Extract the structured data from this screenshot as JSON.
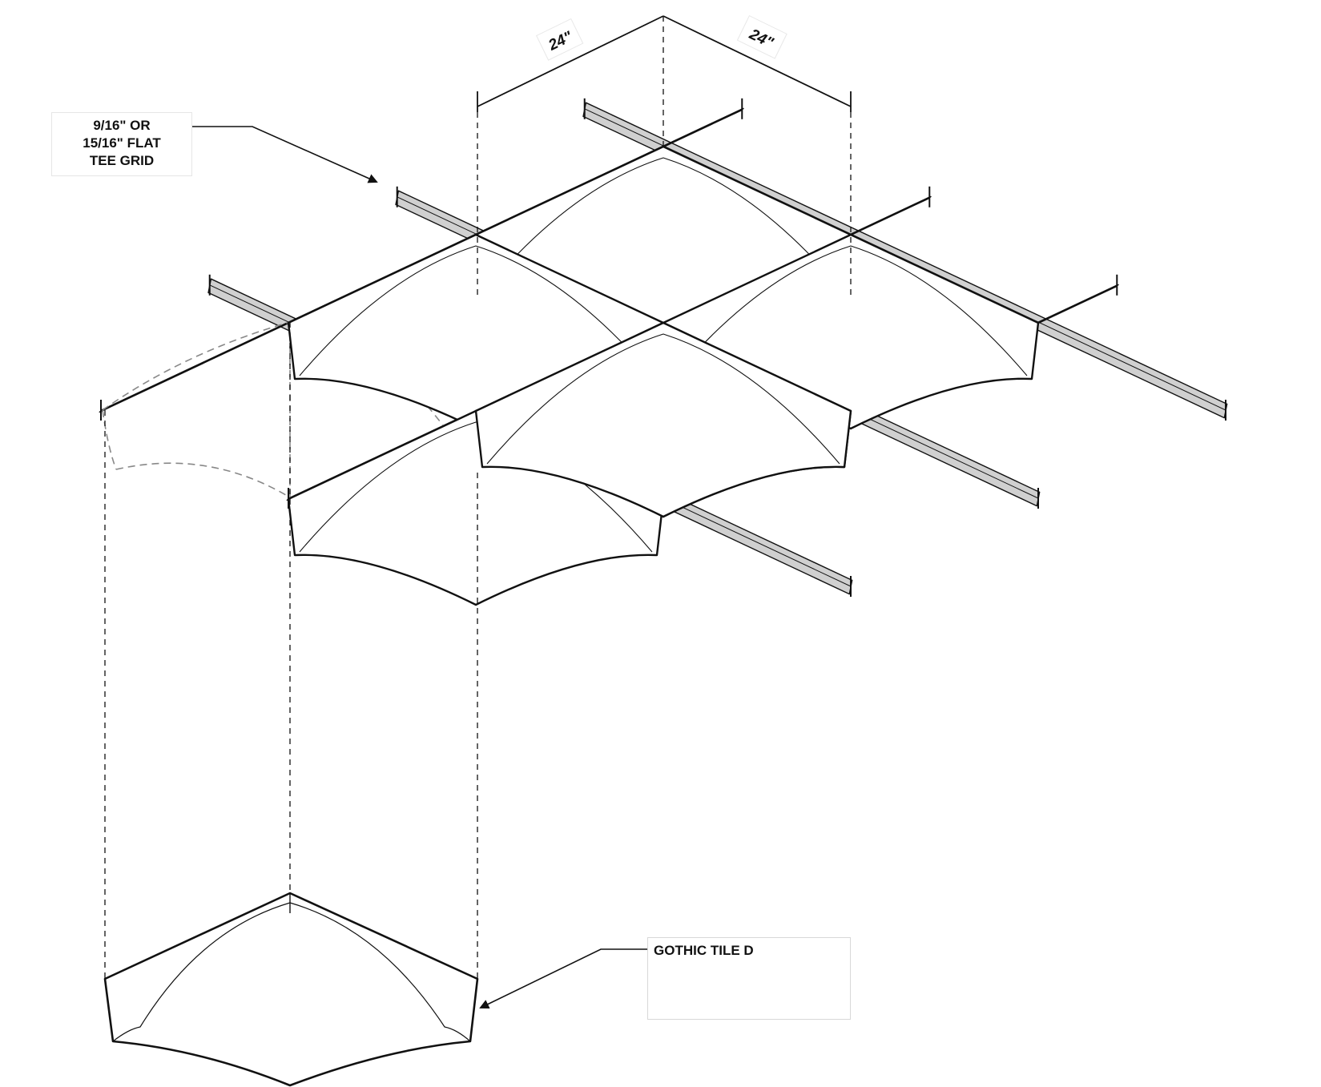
{
  "dimensions": {
    "left": "24\"",
    "right": "24\""
  },
  "labels": {
    "grid": {
      "line1": "9/16\" OR",
      "line2": "15/16\" FLAT",
      "line3": "TEE GRID"
    },
    "tile": "GOTHIC TILE D"
  },
  "colors": {
    "line": "#111111",
    "grid_face": "#d0d0d0",
    "hidden_line": "#888888",
    "background": "#ffffff"
  }
}
